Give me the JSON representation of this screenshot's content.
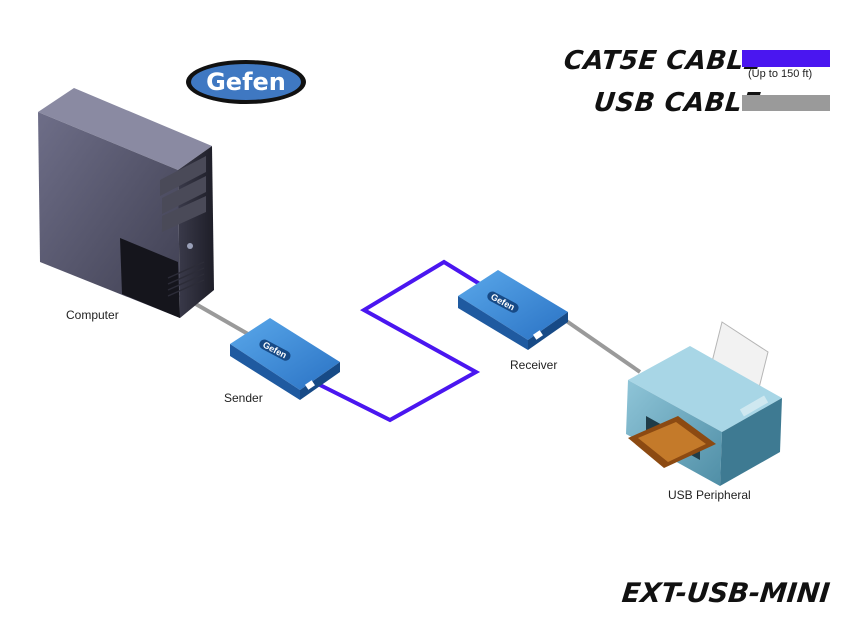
{
  "brand": {
    "logo_text": "Gefen",
    "logo_color": "#3f78c2"
  },
  "legend": {
    "cat5e": {
      "label": "CAT5E CABLE",
      "note": "(Up to 150 ft)",
      "color": "#4a16f0"
    },
    "usb": {
      "label": "USB CABLE",
      "color": "#9a9a9a"
    }
  },
  "devices": {
    "computer": {
      "label": "Computer",
      "icon": "computer-tower-icon"
    },
    "sender": {
      "label": "Sender",
      "icon": "extender-box-icon",
      "badge": "Gefen"
    },
    "receiver": {
      "label": "Receiver",
      "icon": "extender-box-icon",
      "badge": "Gefen"
    },
    "peripheral": {
      "label": "USB Peripheral",
      "icon": "printer-icon"
    }
  },
  "model": "EXT-USB-MINI"
}
